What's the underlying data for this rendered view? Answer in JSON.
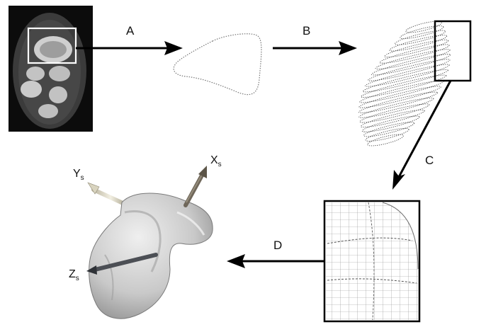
{
  "steps": {
    "a": "A",
    "b": "B",
    "c": "C",
    "d": "D"
  },
  "axes": {
    "x": {
      "main": "X",
      "sub": "s"
    },
    "y": {
      "main": "Y",
      "sub": "s"
    },
    "z": {
      "main": "Z",
      "sub": "s"
    }
  }
}
